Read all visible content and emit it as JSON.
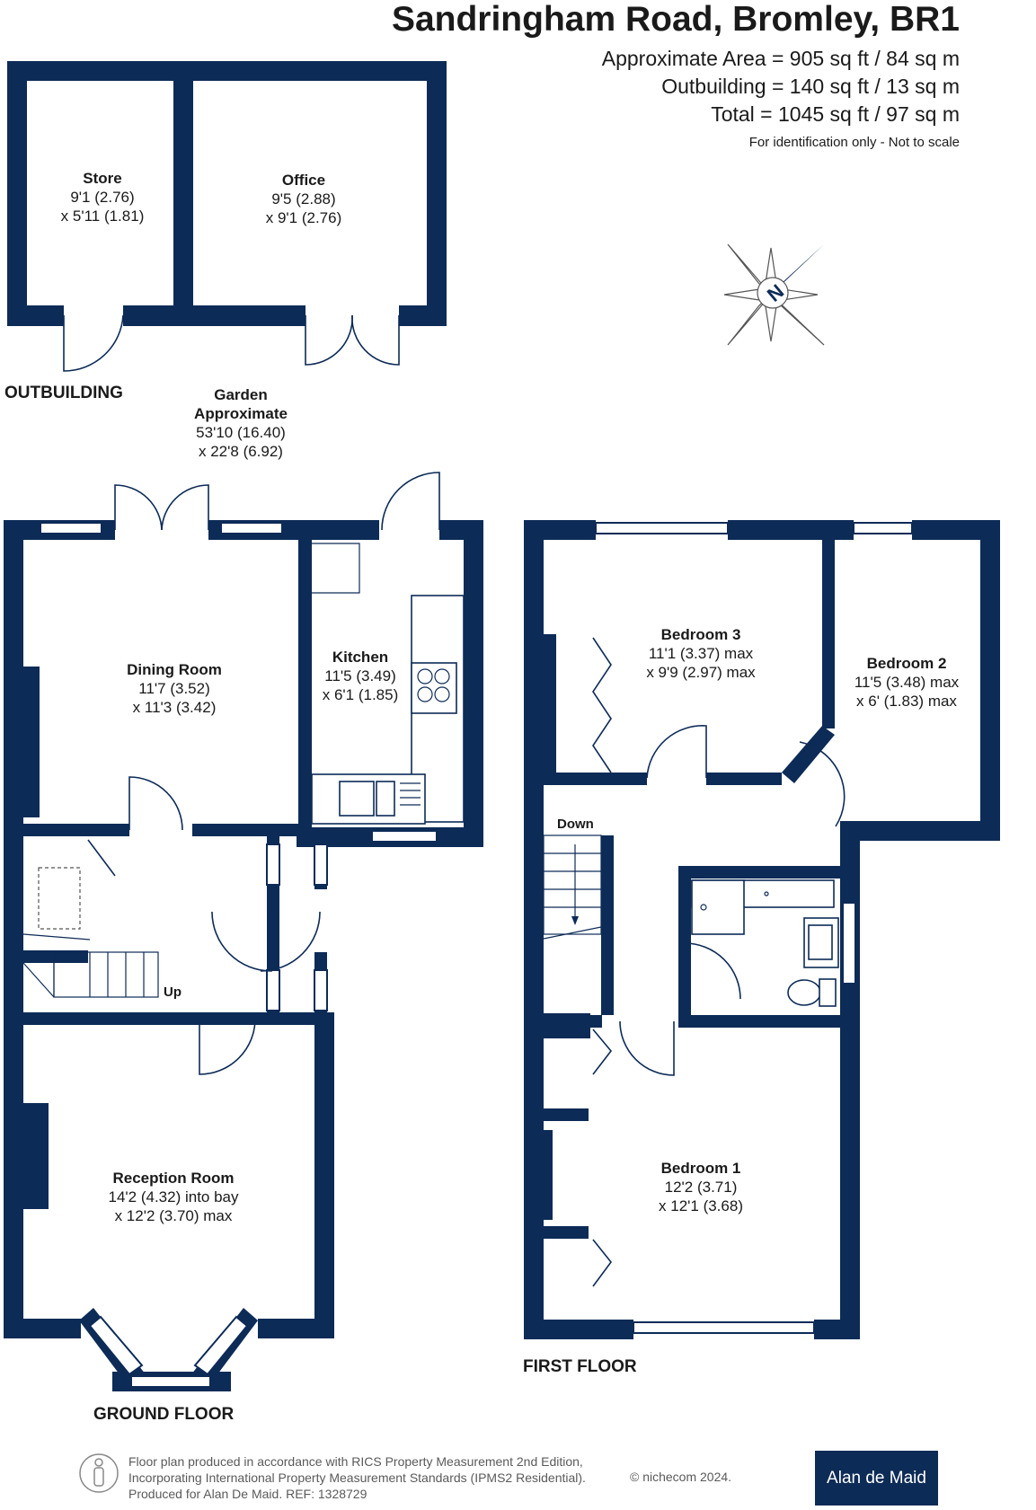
{
  "header": {
    "title": "Sandringham Road, Bromley, BR1",
    "area_main": "Approximate Area = 905 sq ft / 84 sq m",
    "area_outbuilding": "Outbuilding = 140 sq ft / 13 sq m",
    "area_total": "Total = 1045 sq ft / 97 sq m",
    "disclaimer": "For identification only - Not to scale"
  },
  "compass": {
    "label": "N"
  },
  "outbuilding": {
    "label": "OUTBUILDING",
    "store": {
      "name": "Store",
      "dim1": "9'1 (2.76)",
      "dim2": "x 5'11 (1.81)"
    },
    "office": {
      "name": "Office",
      "dim1": "9'5 (2.88)",
      "dim2": "x 9'1 (2.76)"
    }
  },
  "garden": {
    "name": "Garden",
    "name2": "Approximate",
    "dim1": "53'10 (16.40)",
    "dim2": "x 22'8 (6.92)"
  },
  "ground_floor": {
    "label": "GROUND FLOOR",
    "dining": {
      "name": "Dining Room",
      "dim1": "11'7 (3.52)",
      "dim2": "x 11'3 (3.42)"
    },
    "kitchen": {
      "name": "Kitchen",
      "dim1": "11'5 (3.49)",
      "dim2": "x 6'1 (1.85)"
    },
    "reception": {
      "name": "Reception Room",
      "dim1": "14'2 (4.32) into bay",
      "dim2": "x 12'2 (3.70) max"
    },
    "stairs_label": "Up"
  },
  "first_floor": {
    "label": "FIRST FLOOR",
    "bedroom3": {
      "name": "Bedroom 3",
      "dim1": "11'1 (3.37) max",
      "dim2": "x 9'9 (2.97) max"
    },
    "bedroom2": {
      "name": "Bedroom 2",
      "dim1": "11'5 (3.48) max",
      "dim2": "x 6' (1.83) max"
    },
    "bedroom1": {
      "name": "Bedroom 1",
      "dim1": "12'2 (3.71)",
      "dim2": "x 12'1 (3.68)"
    },
    "stairs_label": "Down"
  },
  "footer": {
    "line1": "Floor plan produced in accordance with RICS Property Measurement 2nd Edition,",
    "line2": "Incorporating International Property Measurement Standards (IPMS2 Residential).",
    "line3": "Produced for Alan De Maid.   REF: 1328729",
    "copyright": "© nichecom 2024.",
    "brand": "Alan de Maid"
  }
}
